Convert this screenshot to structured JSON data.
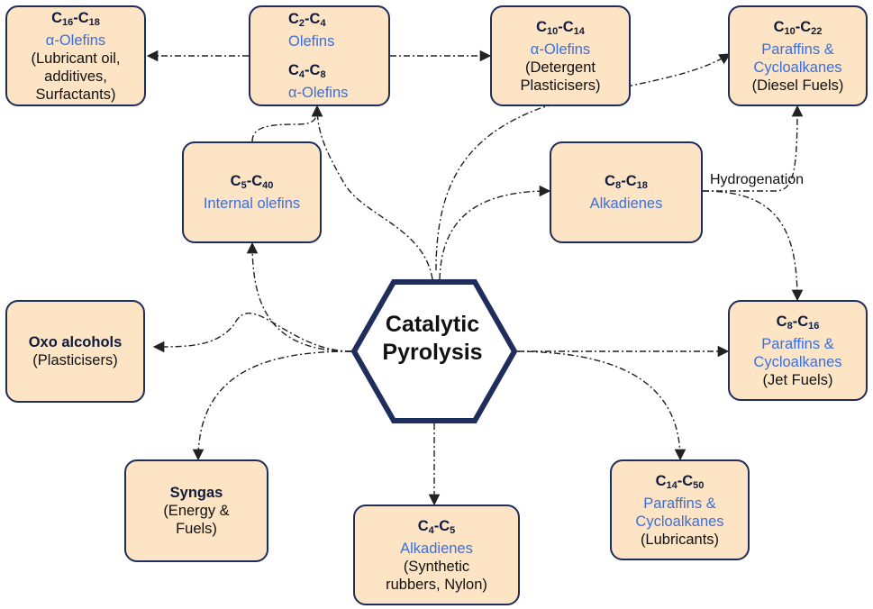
{
  "colors": {
    "box_fill": "#fce4c4",
    "box_border": "#1f2d5c",
    "product_text": "#3a6fe0",
    "edge": "#222222"
  },
  "center": {
    "line1": "Catalytic",
    "line2": "Pyrolysis"
  },
  "edge_label": "Hydrogenation",
  "nodes": {
    "c16c18": {
      "head_a": "C",
      "sub_a": "16",
      "dash": "-",
      "head_b": "C",
      "sub_b": "18",
      "product": "α-Olefins",
      "line1": "(Lubricant oil,",
      "line2": "additives,",
      "line3": "Surfactants)"
    },
    "c2c4": {
      "head_a": "C",
      "sub_a": "2",
      "dash": "-",
      "head_b": "C",
      "sub_b": "4",
      "product": "Olefins",
      "head2_a": "C",
      "sub2_a": "4",
      "dash2": "-",
      "head2_b": "C",
      "sub2_b": "8",
      "product2": "α-Olefins"
    },
    "c10c14": {
      "head_a": "C",
      "sub_a": "10",
      "dash": "-",
      "head_b": "C",
      "sub_b": "14",
      "product": "α-Olefins",
      "line1": "(Detergent",
      "line2": "Plasticisers)"
    },
    "c10c22": {
      "head_a": "C",
      "sub_a": "10",
      "dash": "-",
      "head_b": "C",
      "sub_b": "22",
      "product1": "Paraffins &",
      "product2": "Cycloalkanes",
      "line1": "(Diesel Fuels)"
    },
    "c5c40": {
      "head_a": "C",
      "sub_a": "5",
      "dash": "-",
      "head_b": "C",
      "sub_b": "40",
      "product": "Internal olefins"
    },
    "c8c18": {
      "head_a": "C",
      "sub_a": "8",
      "dash": "-",
      "head_b": "C",
      "sub_b": "18",
      "product": "Alkadienes"
    },
    "oxo": {
      "title": "Oxo alcohols",
      "line1": "(Plasticisers)"
    },
    "c8c16": {
      "head_a": "C",
      "sub_a": "8",
      "dash": "-",
      "head_b": "C",
      "sub_b": "16",
      "product1": "Paraffins &",
      "product2": "Cycloalkanes",
      "line1": "(Jet Fuels)"
    },
    "syngas": {
      "title": "Syngas",
      "line1": "(Energy &",
      "line2": "Fuels)"
    },
    "c4c5": {
      "head_a": "C",
      "sub_a": "4",
      "dash": "-",
      "head_b": "C",
      "sub_b": "5",
      "product": "Alkadienes",
      "line1": "(Synthetic",
      "line2": "rubbers, Nylon)"
    },
    "c14c50": {
      "head_a": "C",
      "sub_a": "14",
      "dash": "-",
      "head_b": "C",
      "sub_b": "50",
      "product1": "Paraffins &",
      "product2": "Cycloalkanes",
      "line1": "(Lubricants)"
    }
  }
}
